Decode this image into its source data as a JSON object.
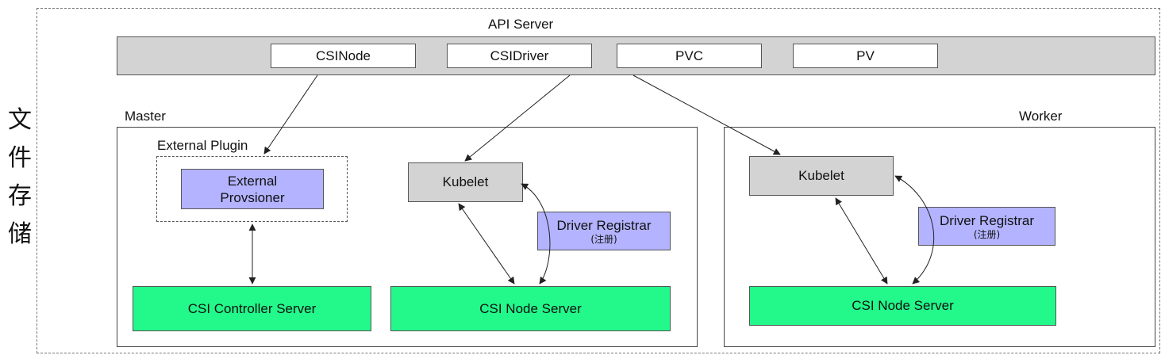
{
  "side_label": [
    "文",
    "件",
    "存",
    "储"
  ],
  "api_server": {
    "title": "API Server",
    "resources": [
      "CSINode",
      "CSIDriver",
      "PVC",
      "PV"
    ]
  },
  "master": {
    "title": "Master",
    "external_plugin": {
      "title": "External Plugin",
      "provisioner_line1": "External",
      "provisioner_line2": "Provsioner"
    },
    "kubelet": "Kubelet",
    "driver_registrar": {
      "label": "Driver Registrar",
      "sub": "(注册)"
    },
    "csi_controller_server": "CSI Controller Server",
    "csi_node_server": "CSI Node Server"
  },
  "worker": {
    "title": "Worker",
    "kubelet": "Kubelet",
    "driver_registrar": {
      "label": "Driver Registrar",
      "sub": "(注册)"
    },
    "csi_node_server": "CSI Node Server"
  },
  "colors": {
    "api_bar": "#d3d3d3",
    "component_blue": "#b3b3ff",
    "server_green": "#22f98a",
    "kubelet_gray": "#d3d3d3"
  }
}
